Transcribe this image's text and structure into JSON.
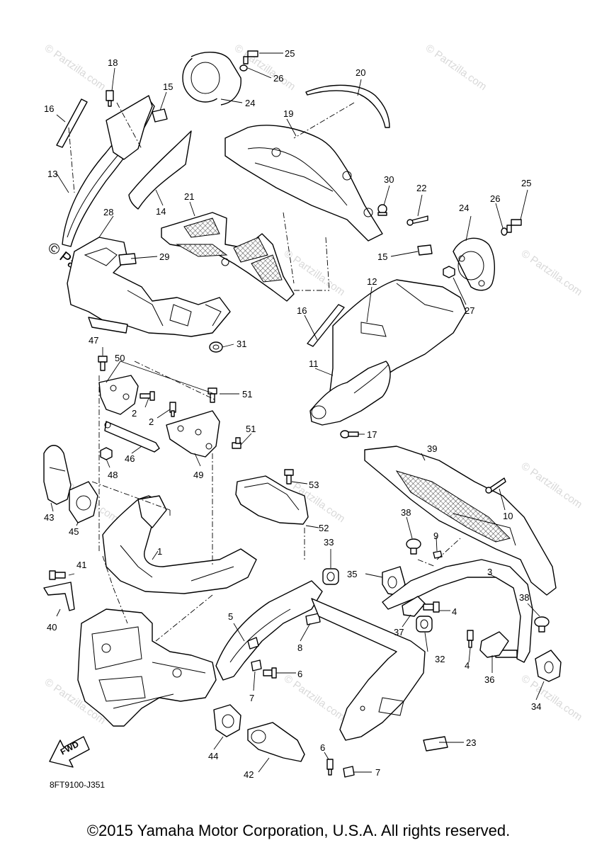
{
  "diagram_code": "8FT9100-J351",
  "copyright": "©2015 Yamaha Motor Corporation, U.S.A. All rights reserved.",
  "watermark": "© Partzilla.com",
  "fwd_label": "FWD",
  "callouts": {
    "c1": "1",
    "c2a": "2",
    "c2b": "2",
    "c3": "3",
    "c4a": "4",
    "c4b": "4",
    "c5": "5",
    "c6a": "6",
    "c6b": "6",
    "c7a": "7",
    "c7b": "7",
    "c8": "8",
    "c9": "9",
    "c10": "10",
    "c11": "11",
    "c12": "12",
    "c13": "13",
    "c14": "14",
    "c15a": "15",
    "c15b": "15",
    "c16a": "16",
    "c16b": "16",
    "c17": "17",
    "c18": "18",
    "c19": "19",
    "c20": "20",
    "c21": "21",
    "c22": "22",
    "c23": "23",
    "c24a": "24",
    "c24b": "24",
    "c25a": "25",
    "c25b": "25",
    "c26a": "26",
    "c26b": "26",
    "c27": "27",
    "c28": "28",
    "c29": "29",
    "c30": "30",
    "c31": "31",
    "c32": "32",
    "c33": "33",
    "c34": "34",
    "c35": "35",
    "c36": "36",
    "c37": "37",
    "c38a": "38",
    "c38b": "38",
    "c39": "39",
    "c40": "40",
    "c41": "41",
    "c42": "42",
    "c43": "43",
    "c44": "44",
    "c45": "45",
    "c46": "46",
    "c47": "47",
    "c48": "48",
    "c49": "49",
    "c50": "50",
    "c51a": "51",
    "c51b": "51",
    "c52": "52",
    "c53": "53"
  }
}
